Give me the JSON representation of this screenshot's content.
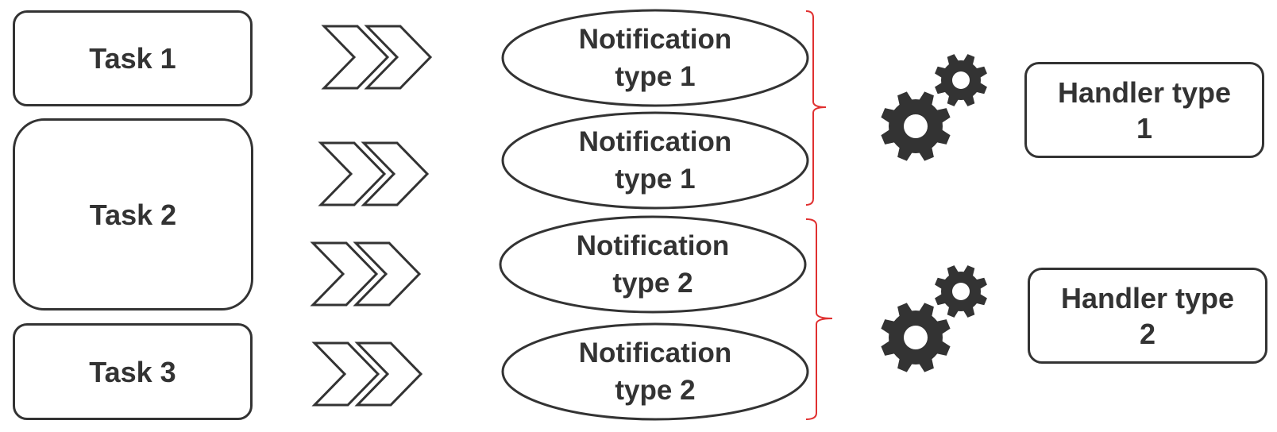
{
  "tasks": [
    {
      "label": "Task 1"
    },
    {
      "label": "Task 2"
    },
    {
      "label": "Task 3"
    }
  ],
  "notifications": [
    {
      "label": "Notification\ntype 1"
    },
    {
      "label": "Notification\ntype 1"
    },
    {
      "label": "Notification\ntype 2"
    },
    {
      "label": "Notification\ntype 2"
    }
  ],
  "handlers": [
    {
      "label": "Handler type\n1"
    },
    {
      "label": "Handler type\n2"
    }
  ],
  "icons": {
    "arrow": "double-chevron-icon",
    "gears": "gears-icon",
    "brace": "curly-brace-icon"
  },
  "colors": {
    "stroke": "#333333",
    "brace": "#e03030",
    "gear": "#333333"
  }
}
